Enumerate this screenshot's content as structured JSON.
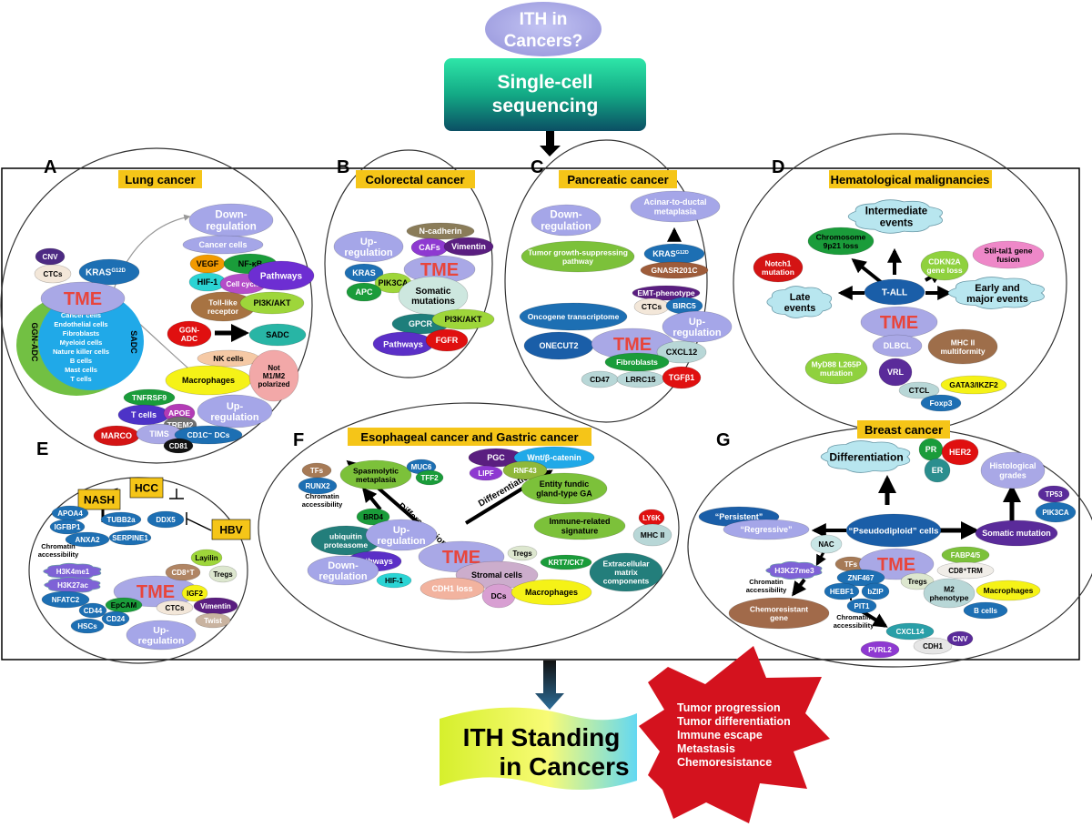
{
  "header": {
    "question": [
      "ITH in",
      "Cancers?"
    ],
    "method": [
      "Single-cell",
      "sequencing"
    ]
  },
  "panels": {
    "A": {
      "letter": "A",
      "title": "Lung cancer"
    },
    "B": {
      "letter": "B",
      "title": "Colorectal cancer"
    },
    "C": {
      "letter": "C",
      "title": "Pancreatic cancer"
    },
    "D": {
      "letter": "D",
      "title": "Hematological malignancies"
    },
    "E": {
      "letter": "E"
    },
    "F": {
      "letter": "F",
      "title": "Esophageal cancer and Gastric cancer"
    },
    "G": {
      "letter": "G",
      "title": "Breast cancer"
    }
  },
  "footer": {
    "banner": [
      "ITH Standing",
      "in Cancers"
    ],
    "outcomes": [
      "Tumor progression",
      "Tumor differentiation",
      "Immune escape",
      "Metastasis",
      "Chemoresistance"
    ]
  },
  "colors": {
    "tme_text": "#e8453c",
    "title_box": "#f5c518",
    "lavender": "#a9a8e6",
    "teal_box": "#17a589",
    "starburst": "#d4121e"
  },
  "nodes": {
    "A": {
      "down": [
        "Down-",
        "regulation"
      ],
      "cancer_cells_top": "Cancer cells",
      "cnv": "CNV",
      "ctcs": "CTCs",
      "kras": [
        "KRAS",
        "G12D"
      ],
      "vegf": "VEGF",
      "nfkb": "NF-κB",
      "hif1": "HIF-1",
      "cellcycle": "Cell cycle",
      "pathways": "Pathways",
      "tlr": [
        "Toll-like",
        "receptor"
      ],
      "pi3k": "PI3K/AKT",
      "tme": "TME",
      "ggnadc": [
        "GGN-",
        "ADC"
      ],
      "sadc_box": "SADC",
      "ggnadc_v": "GGN-ADC",
      "sadc_v": "SADC",
      "cells": [
        "Cancer cells",
        "Endothelial cells",
        "Fibroblasts",
        "Myeloid cells",
        "Nature killer cells",
        "B cells",
        "Mast cells",
        "T cells"
      ],
      "nk": "NK cells",
      "macro": "Macrophages",
      "notm": [
        "Not",
        "M1/M2",
        "polarized"
      ],
      "tnfrsf9": "TNFRSF9",
      "tcells": "T cells",
      "apoe": "APOE",
      "trem2": "TREM2",
      "up": [
        "Up-",
        "regulation"
      ],
      "marco": "MARCO",
      "tims": "TIMS",
      "cd1c": "CD1C⁻ DCs",
      "cd81": "CD81"
    },
    "B": {
      "ncad": "N-cadherin",
      "up": [
        "Up-",
        "regulation"
      ],
      "cafs": "CAFs",
      "vim": "Vimentin",
      "tme": "TME",
      "kras": "KRAS",
      "pik3ca": "PIK3CA",
      "apc": "APC",
      "somatic": [
        "Somatic",
        "mutations"
      ],
      "gpcr": "GPCR",
      "pi3k": "PI3K/AKT",
      "pathways": "Pathways",
      "fgfr": "FGFR"
    },
    "C": {
      "down": [
        "Down-",
        "regulation"
      ],
      "acinar": [
        "Acinar-to-ductal",
        "metaplasia"
      ],
      "tgs": [
        "Tumor growth-suppressing",
        "pathway"
      ],
      "kras": [
        "KRAS",
        "G12D"
      ],
      "gnas": "GNASR201C",
      "emt": "EMT-phenotype",
      "ctcs": "CTCs",
      "birc5": "BIRC5",
      "onco": "Oncogene transcriptome",
      "up": [
        "Up-",
        "regulation"
      ],
      "onecut2": "ONECUT2",
      "tme": "TME",
      "cxcl12": "CXCL12",
      "fibro": "Fibroblasts",
      "cd47": "CD47",
      "lrrc15": "LRRC15",
      "tgfb1": "TGFβ1"
    },
    "D": {
      "inter": [
        "Intermediate",
        "events"
      ],
      "chr9": [
        "Chromosome",
        "9p21 loss"
      ],
      "cdkn2a": [
        "CDKN2A",
        "gene loss"
      ],
      "stil": [
        "Stil-tal1 gene",
        "fusion"
      ],
      "notch1": [
        "Notch1",
        "mutation"
      ],
      "tall": "T-ALL",
      "early": [
        "Early and",
        "major events"
      ],
      "late": [
        "Late",
        "events"
      ],
      "tme": "TME",
      "dlbcl": "DLBCL",
      "mhc": [
        "MHC II",
        "multiformity"
      ],
      "myd88": [
        "MyD88 L265P",
        "mutation"
      ],
      "vrl": "VRL",
      "gata": "GATA3/IKZF2",
      "ctcl": "CTCL",
      "foxp3": "Foxp3"
    },
    "E": {
      "nash": "NASH",
      "hcc": "HCC",
      "hbv": "HBV",
      "apoa4": "APOA4",
      "tubb2a": "TUBB2a",
      "ddx5": "DDX5",
      "igfbp1": "IGFBP1",
      "chrom": [
        "Chromatin",
        "accessibility"
      ],
      "anxa2": "ANXA2",
      "serpine1": "SERPINE1",
      "h3k4": "H3K4me1",
      "h3k27": "H3K27ac",
      "tme": "TME",
      "nfatc2": "NFATC2",
      "layilin": "Layilin",
      "cd8": "CD8⁺T",
      "tregs": "Tregs",
      "igf2": "IGF2",
      "epcam": "EpCAM",
      "cd44": "CD44",
      "cd24": "CD24",
      "ctcs": "CTCs",
      "vimentin": "Vimentin",
      "hscs": "HSCs",
      "twist": "Twist",
      "up": [
        "Up-",
        "regulation"
      ]
    },
    "F": {
      "tfs": "TFs",
      "spasm": [
        "Spasmolytic",
        "metaplasia"
      ],
      "muc6": "MUC6",
      "tff2": "TFF2",
      "pgc": "PGC",
      "wnt": "Wnt/β-catenin",
      "runx2": "RUNX2",
      "lipf": "LIPF",
      "rnf43": "RNF43",
      "entity": [
        "Entity fundic",
        "gland-type GA"
      ],
      "chrom": [
        "Chromatin",
        "accessibility"
      ],
      "diff": "Differentiation",
      "brd4": "BRD4",
      "immune": [
        "Immune-related",
        "signature"
      ],
      "ly6k": "LY6K",
      "mhcii": "MHC II",
      "ubiq": [
        "ubiquitin",
        "proteasome"
      ],
      "up": [
        "Up-",
        "regulation"
      ],
      "tme": "TME",
      "tregs": "Tregs",
      "krt": "KRT7/CK7",
      "ecm": [
        "Extracellular",
        "matrix",
        "components"
      ],
      "pathways": "Pathways",
      "down": [
        "Down-",
        "regulation"
      ],
      "hif1": "HIF-1",
      "stromal": "Stromal cells",
      "cdh1": "CDH1 loss",
      "dcs": "DCs",
      "macro": "Macrophages"
    },
    "G": {
      "diffcloud": "Differentiation",
      "pr": "PR",
      "her2": "HER2",
      "er": "ER",
      "histo": [
        "Histological",
        "grades"
      ],
      "tp53": "TP53",
      "pik3ca": "PIK3CA",
      "persistent": "“Persistent”",
      "regressive": "“Regressive”",
      "pseudo": "“Pseudodiploid” cells",
      "somatic": "Somatic mutation",
      "nac": "NAC",
      "h3k27": "H3K27me3",
      "tfs": "TFs",
      "tme": "TME",
      "fabp": "FABP4/5",
      "cd8trm": "CD8⁺TRM",
      "chrom": [
        "Chromatin",
        "accessibility"
      ],
      "znf": "ZNF467",
      "tregs": "Tregs",
      "m2": [
        "M2",
        "phenotype"
      ],
      "macro": "Macrophages",
      "hebf1": "HEBF1",
      "bzip": "bZIP",
      "chemo": [
        "Chemoresistant",
        "gene"
      ],
      "pit1": "PIT1",
      "bcells": "B cells",
      "chrom2": [
        "Chromatin",
        "accessibility"
      ],
      "cxcl14": "CXCL14",
      "pvrl2": "PVRL2",
      "cdh1": "CDH1",
      "cnv": "CNV"
    }
  }
}
